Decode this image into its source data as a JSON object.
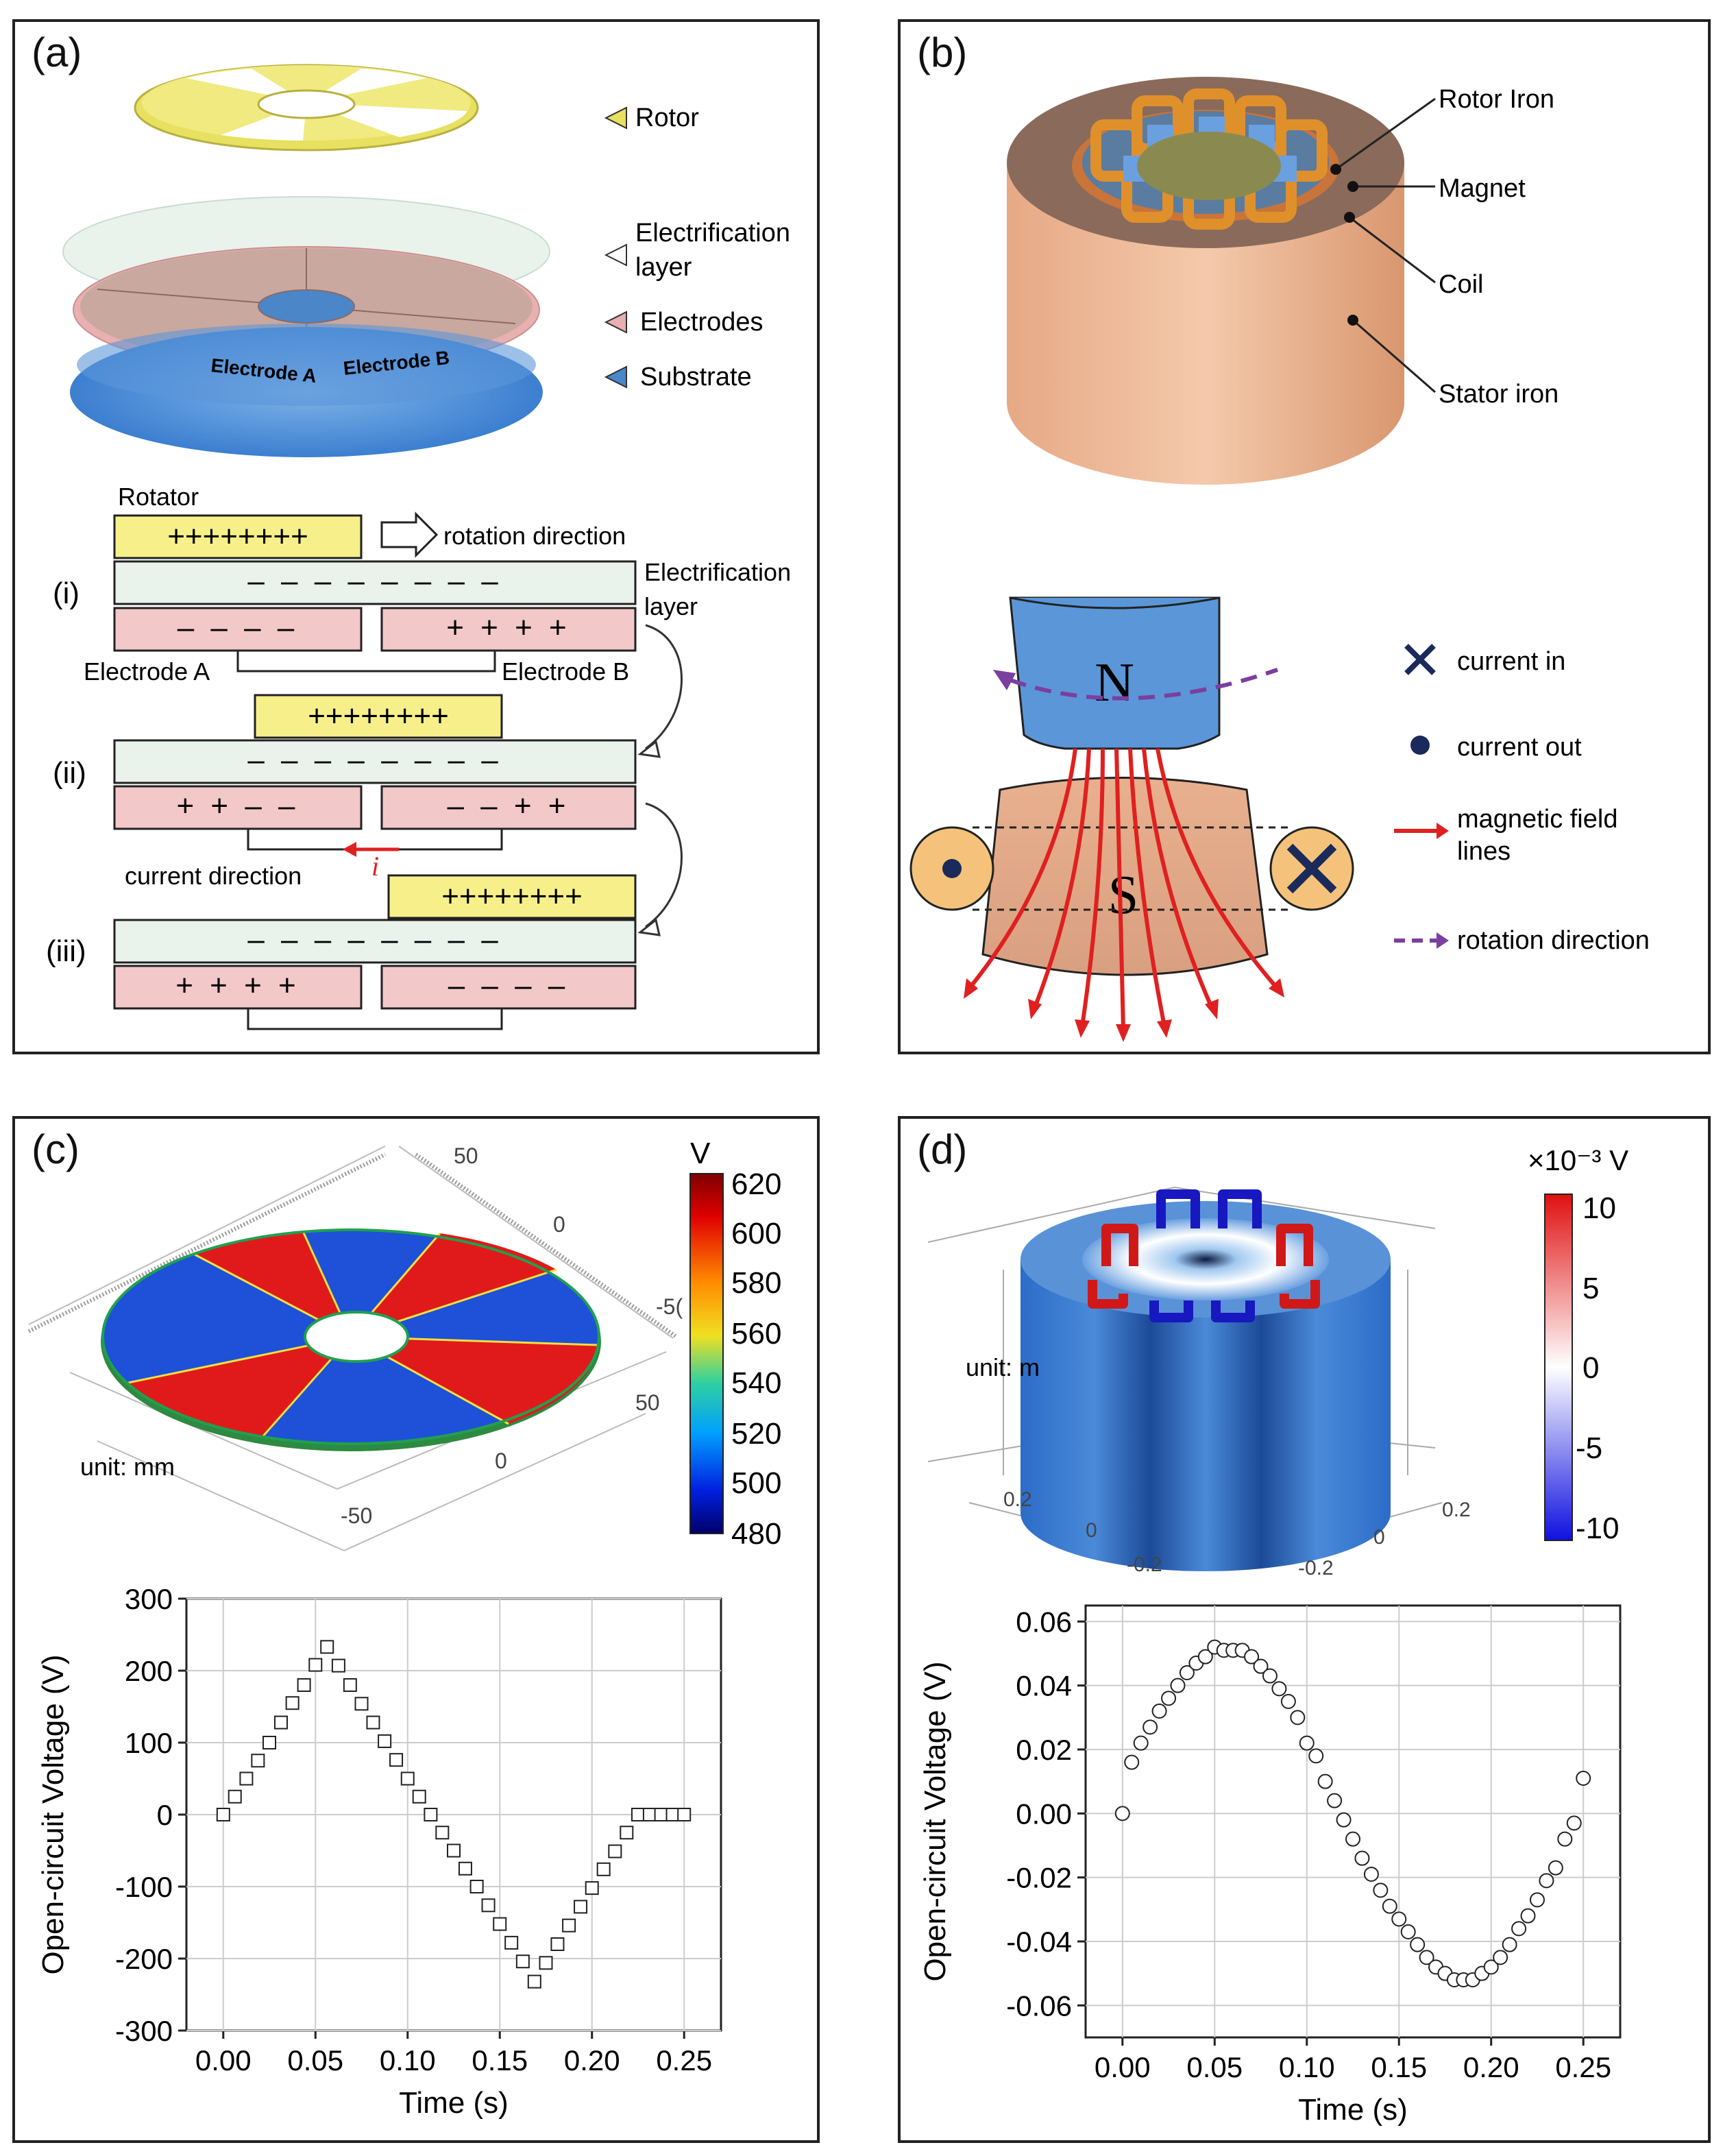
{
  "panels": {
    "a": {
      "label": "(a)",
      "parts": {
        "rotor": "Rotor",
        "electrification_line1": "Electrification",
        "electrification_line2": "layer",
        "electrodes": "Electrodes",
        "substrate": "Substrate"
      },
      "disk_labels": {
        "electrode_a": "Electrode A",
        "electrode_b": "Electrode B"
      },
      "schematic": {
        "rotator": "Rotator",
        "rotation_direction": "rotation direction",
        "electrification_line1": "Electrification",
        "electrification_line2": "layer",
        "electrode_a": "Electrode A",
        "electrode_b": "Electrode B",
        "current_direction": "current direction",
        "current_symbol": "i",
        "steps": [
          "(i)",
          "(ii)",
          "(iii)"
        ],
        "rotor_charges": "++++++++",
        "layer_charges": "– – – – – – – –",
        "step_i": {
          "left": "– – – –",
          "right": "+ + + +"
        },
        "step_ii": {
          "left": "+ + – –",
          "right": "– – + +"
        },
        "step_iii": {
          "left": "+ + + +",
          "right": "– – – –"
        }
      }
    },
    "b": {
      "label": "(b)",
      "parts": {
        "rotor_iron": "Rotor Iron",
        "magnet": "Magnet",
        "coil": "Coil",
        "stator_iron": "Stator iron"
      },
      "poles": {
        "north": "N",
        "south": "S"
      },
      "legend": {
        "current_in": "current in",
        "current_out": "current out",
        "field_line1": "magnetic field",
        "field_line2": "lines",
        "rotation": "rotation direction"
      },
      "colors": {
        "field": "#e02020",
        "rotation": "#7b3fa0",
        "symbol": "#1a2a5a"
      }
    },
    "c": {
      "label": "(c)",
      "unit": "unit: mm",
      "colorbar": {
        "title": "V",
        "ticks": [
          "620",
          "600",
          "580",
          "560",
          "540",
          "520",
          "500",
          "480"
        ]
      },
      "axis_ticks": {
        "top1": "50",
        "top2": "0",
        "top3": "-5(",
        "right": "50",
        "mid": "0",
        "bottom": "-50"
      }
    },
    "d": {
      "label": "(d)",
      "unit": "unit: m",
      "colorbar": {
        "title": "×10⁻³ V",
        "ticks": [
          "10",
          "5",
          "0",
          "-5",
          "-10"
        ]
      },
      "axis_ticks": {
        "a": "0.2",
        "b": "0",
        "c": "-0.2",
        "d": "-0.2",
        "e": "0",
        "f": "0.2"
      }
    }
  },
  "chart_data": [
    {
      "type": "scatter",
      "marker": "open-square",
      "xlabel": "Time (s)",
      "ylabel": "Open-circuit Voltage (V)",
      "xlim": [
        -0.02,
        0.27
      ],
      "ylim": [
        -300,
        300
      ],
      "xticks": [
        "0.00",
        "0.05",
        "0.10",
        "0.15",
        "0.20",
        "0.25"
      ],
      "yticks": [
        "300",
        "200",
        "100",
        "0",
        "-100",
        "-200",
        "-300"
      ],
      "grid": true,
      "x": [
        0.0,
        0.0063,
        0.0125,
        0.0188,
        0.025,
        0.0313,
        0.0375,
        0.0438,
        0.05,
        0.0563,
        0.0625,
        0.0688,
        0.075,
        0.0813,
        0.0875,
        0.0938,
        0.1,
        0.1063,
        0.1125,
        0.1188,
        0.125,
        0.1313,
        0.1375,
        0.1438,
        0.15,
        0.1563,
        0.1625,
        0.1688,
        0.175,
        0.1813,
        0.1875,
        0.1938,
        0.2,
        0.2063,
        0.2125,
        0.2188,
        0.225,
        0.2313,
        0.2375,
        0.2438,
        0.25
      ],
      "y": [
        0,
        25,
        50,
        75,
        100,
        128,
        155,
        180,
        208,
        233,
        207,
        180,
        154,
        128,
        102,
        76,
        50,
        25,
        0,
        -25,
        -50,
        -75,
        -100,
        -126,
        -152,
        -178,
        -204,
        -232,
        -206,
        -180,
        -154,
        -128,
        -102,
        -76,
        -51,
        -25,
        0,
        0,
        0,
        0,
        0
      ]
    },
    {
      "type": "scatter",
      "marker": "open-circle",
      "xlabel": "Time (s)",
      "ylabel": "Open-circuit Voltage (V)",
      "xlim": [
        -0.02,
        0.27
      ],
      "ylim": [
        -0.07,
        0.065
      ],
      "xticks": [
        "0.00",
        "0.05",
        "0.10",
        "0.15",
        "0.20",
        "0.25"
      ],
      "yticks": [
        "0.06",
        "0.04",
        "0.02",
        "0.00",
        "-0.02",
        "-0.04",
        "-0.06"
      ],
      "grid": true,
      "x": [
        0.0,
        0.005,
        0.01,
        0.015,
        0.02,
        0.025,
        0.03,
        0.035,
        0.04,
        0.045,
        0.05,
        0.055,
        0.06,
        0.065,
        0.07,
        0.075,
        0.08,
        0.085,
        0.09,
        0.095,
        0.1,
        0.105,
        0.11,
        0.115,
        0.12,
        0.125,
        0.13,
        0.135,
        0.14,
        0.145,
        0.15,
        0.155,
        0.16,
        0.165,
        0.17,
        0.175,
        0.18,
        0.185,
        0.19,
        0.195,
        0.2,
        0.205,
        0.21,
        0.215,
        0.22,
        0.225,
        0.23,
        0.235,
        0.24,
        0.245,
        0.25
      ],
      "y": [
        0.0,
        0.016,
        0.022,
        0.027,
        0.032,
        0.036,
        0.04,
        0.044,
        0.047,
        0.049,
        0.052,
        0.051,
        0.051,
        0.051,
        0.049,
        0.046,
        0.043,
        0.039,
        0.035,
        0.03,
        0.022,
        0.018,
        0.01,
        0.004,
        -0.002,
        -0.008,
        -0.014,
        -0.019,
        -0.024,
        -0.029,
        -0.033,
        -0.037,
        -0.041,
        -0.045,
        -0.048,
        -0.05,
        -0.052,
        -0.052,
        -0.052,
        -0.05,
        -0.048,
        -0.045,
        -0.041,
        -0.036,
        -0.032,
        -0.027,
        -0.021,
        -0.017,
        -0.008,
        -0.003,
        0.011
      ]
    }
  ]
}
